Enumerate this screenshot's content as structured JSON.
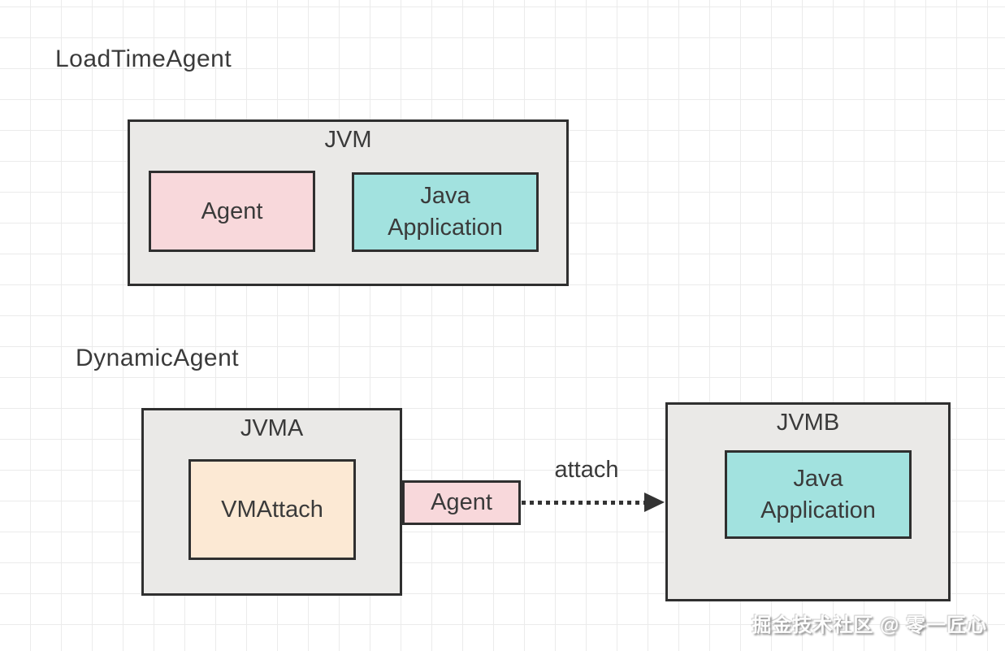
{
  "colors": {
    "background": "#ffffff",
    "grid_line": "#ebebeb",
    "container_fill": "#eae9e7",
    "border": "#2f2f2f",
    "agent_fill": "#f8d8db",
    "java_application_fill": "#a2e2df",
    "vmattach_fill": "#fce9d4",
    "text": "#3a3a3a",
    "arrow": "#333333",
    "watermark_text": "#fdfdfd",
    "watermark_shadow": "#8f8f8f"
  },
  "load_time_agent": {
    "heading": "LoadTimeAgent",
    "jvm": {
      "title": "JVM",
      "agent_label": "Agent",
      "java_application_label": "Java Application"
    }
  },
  "dynamic_agent": {
    "heading": "DynamicAgent",
    "jvma": {
      "title": "JVMA",
      "vmattach_label": "VMAttach"
    },
    "agent_label": "Agent",
    "arrow_label": "attach",
    "jvmb": {
      "title": "JVMB",
      "java_application_label": "Java Application"
    }
  },
  "watermark": "掘金技术社区 @ 零一匠心"
}
